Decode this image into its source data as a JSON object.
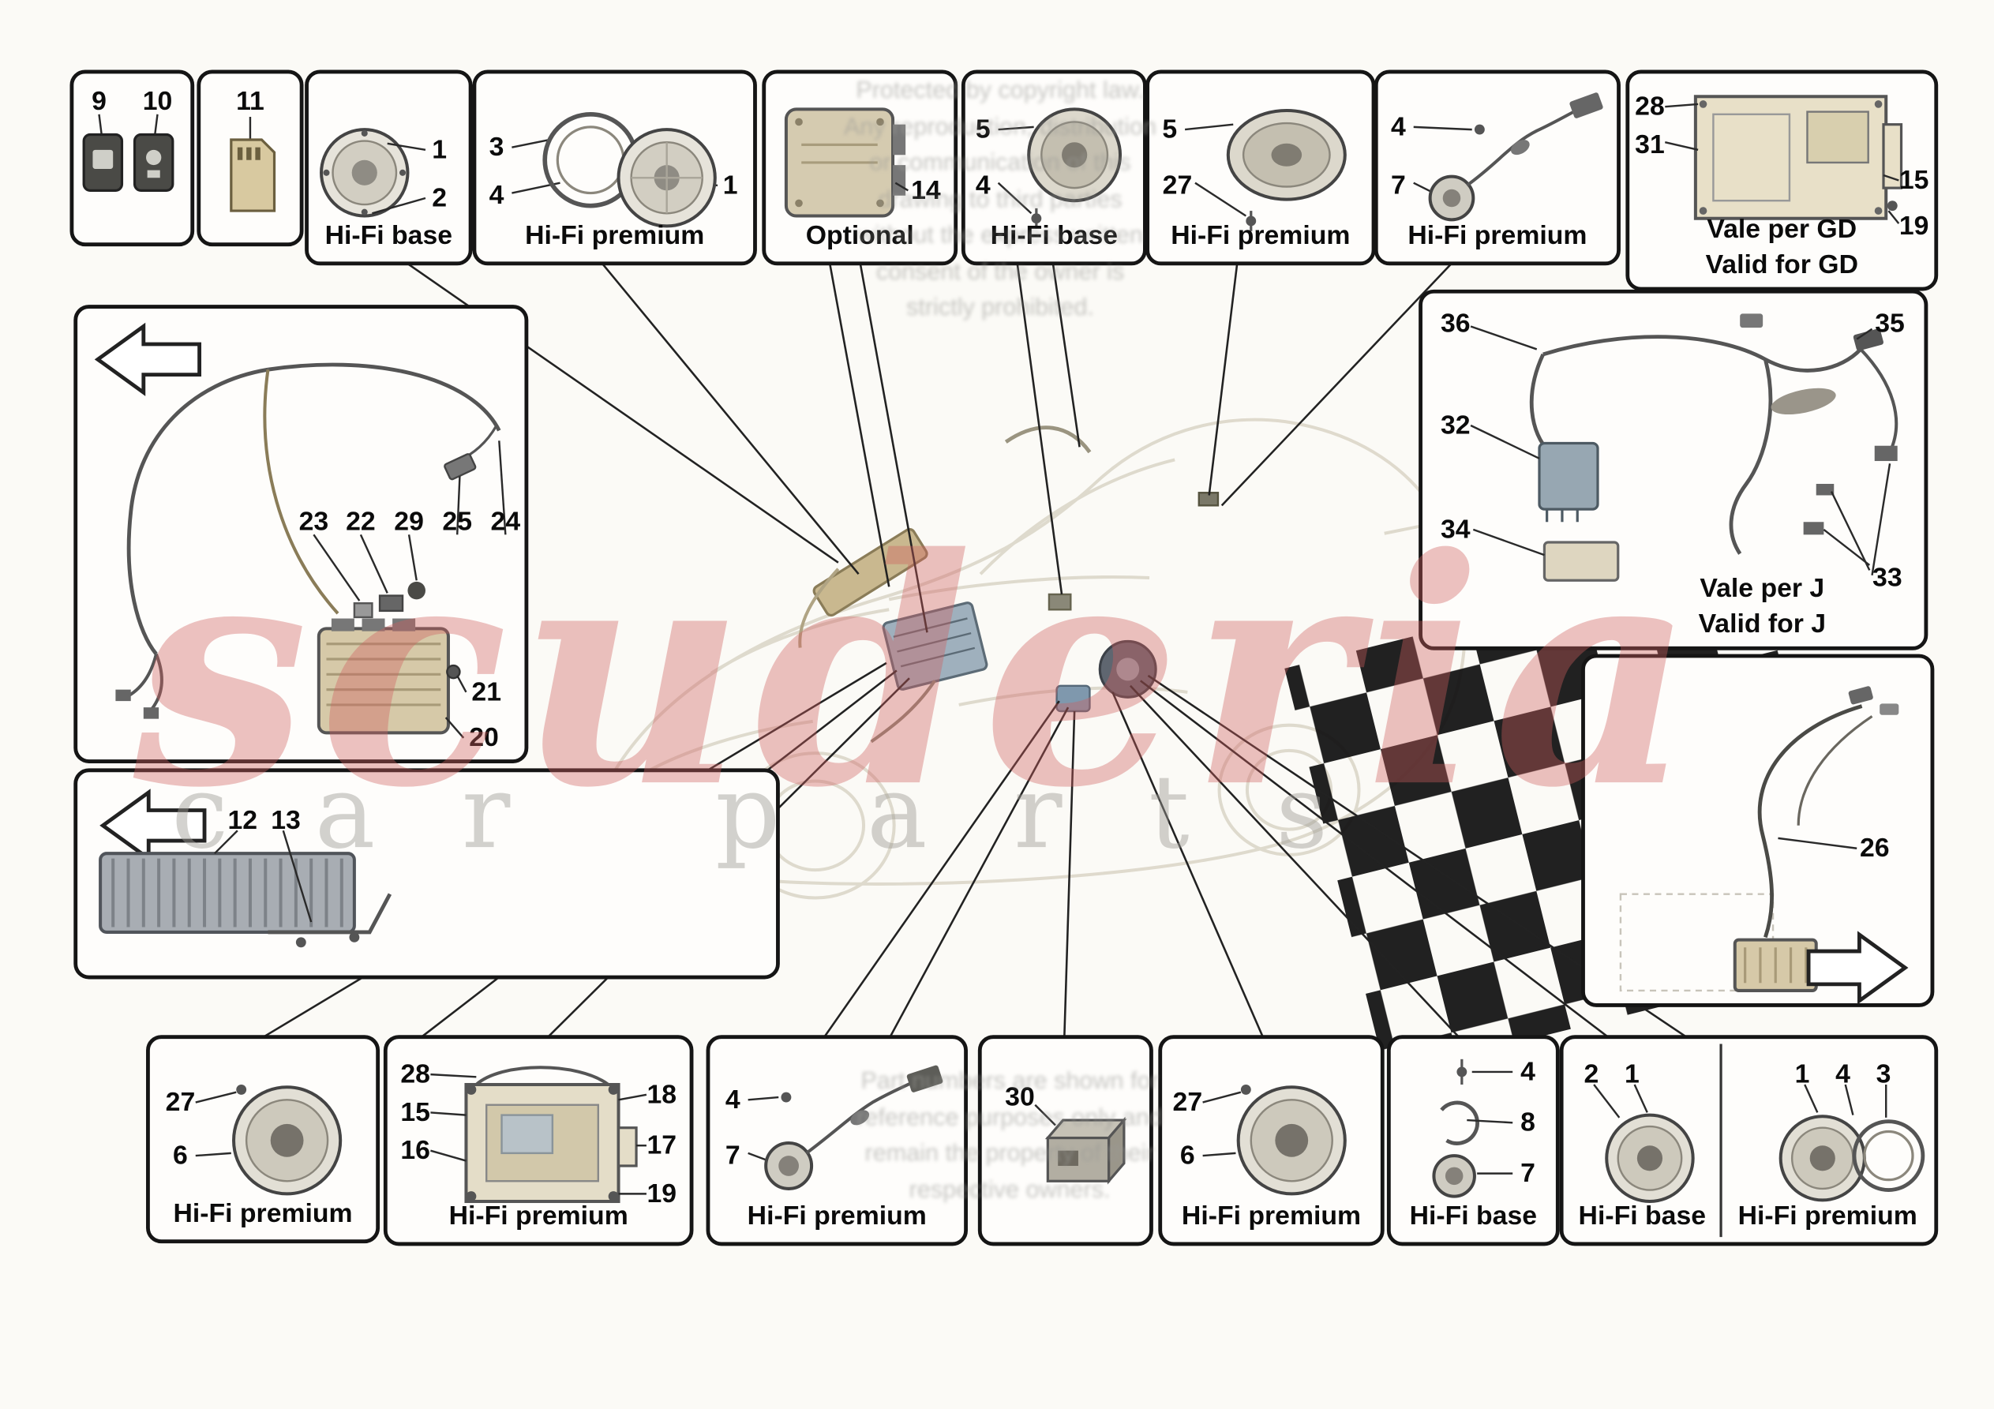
{
  "colors": {
    "watermark_red": "#cf5f5f",
    "watermark_gray": "#9e9b94",
    "checker_black": "#101010",
    "box_border": "#151515"
  },
  "watermark": {
    "brand": "scuderia",
    "subbrand": "car parts",
    "notice_top": "Protected by copyright law.\nAny reproduction, distribution\nor communication of this\ndrawing to third parties\nwithout the express written\nconsent of the owner is\nstrictly prohibited.",
    "notice_bottom": "Part numbers are shown for\nreference purposes only and\nremain the property of their\nrespective owners."
  },
  "boxes": {
    "sw": {
      "n9": "9",
      "n10": "10"
    },
    "sd": {
      "n11": "11"
    },
    "c": {
      "n1": "1",
      "n2": "2",
      "label": "Hi-Fi base"
    },
    "d": {
      "n3": "3",
      "n4": "4",
      "n1": "1",
      "label": "Hi-Fi premium"
    },
    "e": {
      "n14": "14",
      "label": "Optional"
    },
    "f": {
      "n5": "5",
      "n4": "4",
      "label": "Hi-Fi base"
    },
    "g": {
      "n5": "5",
      "n27": "27",
      "label": "Hi-Fi premium"
    },
    "h": {
      "n4": "4",
      "n7": "7",
      "label": "Hi-Fi premium"
    },
    "i": {
      "n28": "28",
      "n31": "31",
      "n15": "15",
      "n19": "19",
      "label1": "Vale per GD",
      "label2": "Valid for GD"
    },
    "j": {
      "n36": "36",
      "n35": "35",
      "n32": "32",
      "n34": "34",
      "n33": "33",
      "label1": "Vale per J",
      "label2": "Valid for J"
    },
    "k": {
      "n23": "23",
      "n22": "22",
      "n29": "29",
      "n25": "25",
      "n24": "24",
      "n21": "21",
      "n20": "20"
    },
    "l": {
      "n12": "12",
      "n13": "13"
    },
    "m": {
      "n26": "26"
    },
    "n": {
      "n27": "27",
      "n6": "6",
      "label": "Hi-Fi premium"
    },
    "o": {
      "n28": "28",
      "n15": "15",
      "n16": "16",
      "n18": "18",
      "n17": "17",
      "n19": "19",
      "label": "Hi-Fi premium"
    },
    "p": {
      "n4": "4",
      "n7": "7",
      "label": "Hi-Fi premium"
    },
    "q": {
      "n30": "30"
    },
    "r": {
      "n27": "27",
      "n6": "6",
      "label": "Hi-Fi premium"
    },
    "s": {
      "n4": "4",
      "n8": "8",
      "n7": "7",
      "label": "Hi-Fi base"
    },
    "t": {
      "n2": "2",
      "n1a": "1",
      "label_base": "Hi-Fi base",
      "n1b": "1",
      "n4": "4",
      "n3": "3",
      "label_premium": "Hi-Fi premium"
    }
  }
}
